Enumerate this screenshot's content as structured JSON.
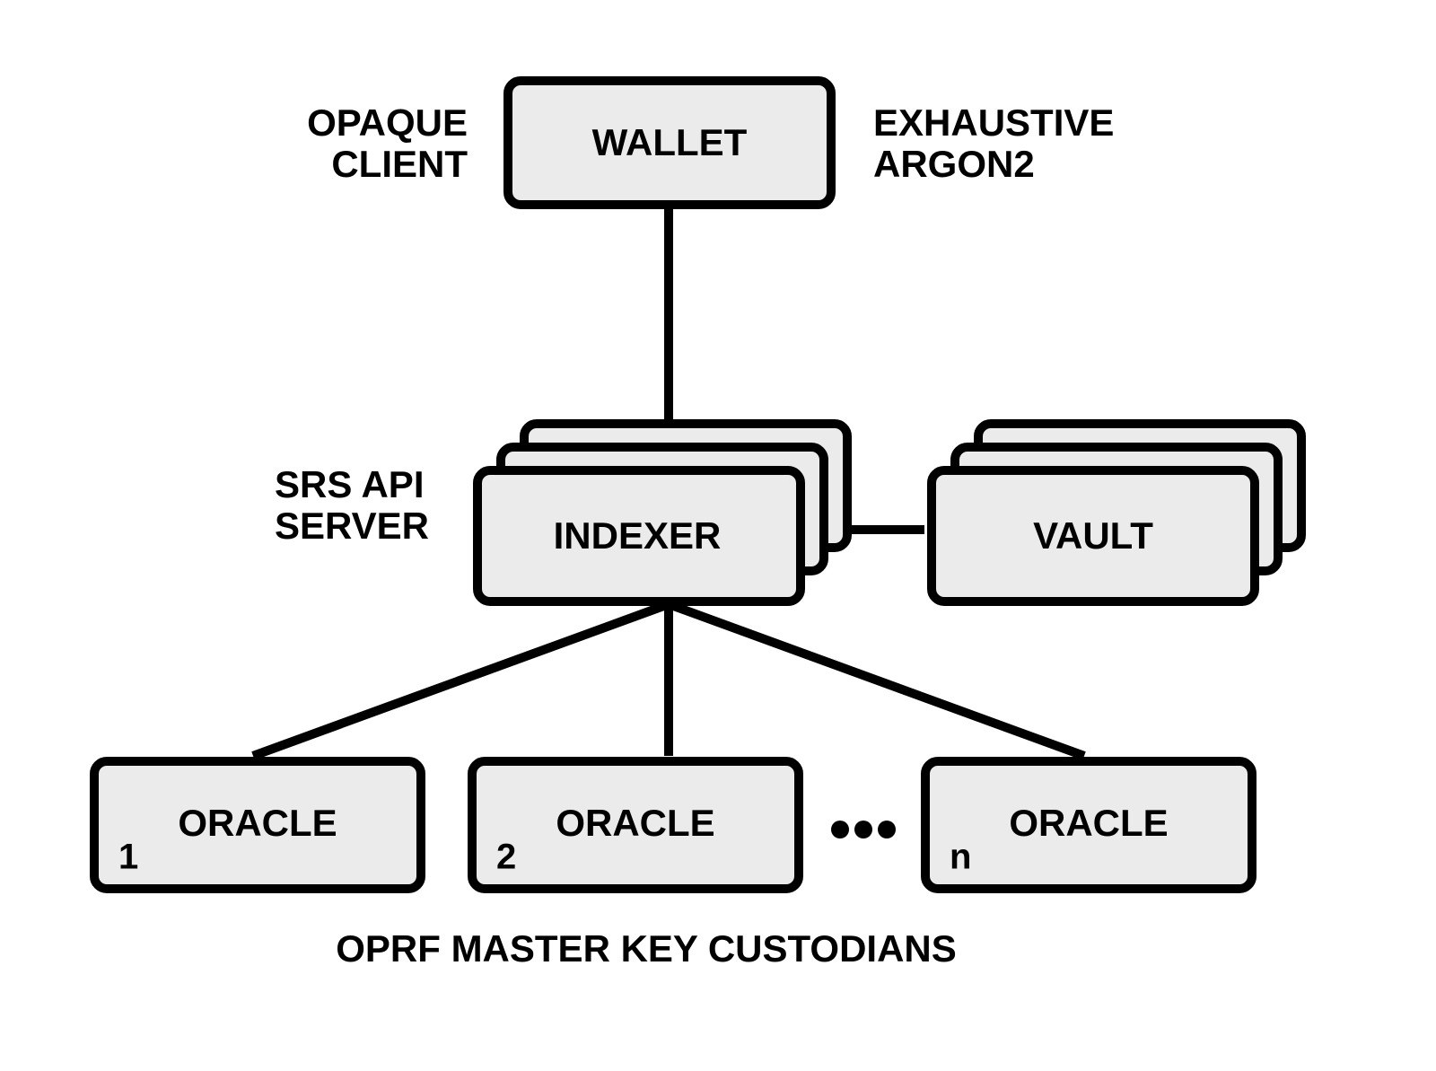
{
  "wallet": {
    "label": "WALLET",
    "left_note": [
      "OPAQUE",
      "CLIENT"
    ],
    "right_note": [
      "EXHAUSTIVE",
      "ARGON2"
    ]
  },
  "indexer": {
    "label": "INDEXER",
    "note": [
      "SRS API",
      "SERVER"
    ]
  },
  "vault": {
    "label": "VAULT"
  },
  "oracles": [
    {
      "label": "ORACLE",
      "index": "1"
    },
    {
      "label": "ORACLE",
      "index": "2"
    },
    {
      "label": "ORACLE",
      "index": "n"
    }
  ],
  "caption": "OPRF MASTER KEY CUSTODIANS",
  "colors": {
    "box_fill": "#ebebeb",
    "stroke": "#000000",
    "text": "#000000",
    "background": "#ffffff"
  }
}
